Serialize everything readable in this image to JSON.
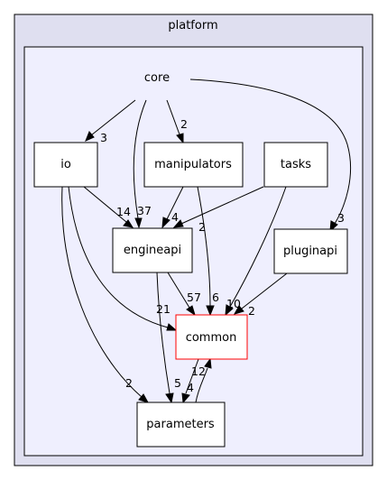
{
  "outer_cluster": {
    "label": "platform",
    "fill": "#dfdff0"
  },
  "inner_cluster": {
    "label": "core",
    "fill": "#efeffe"
  },
  "nodes": {
    "io": "io",
    "manipulators": "manipulators",
    "tasks": "tasks",
    "engineapi": "engineapi",
    "pluginapi": "pluginapi",
    "common": "common",
    "parameters": "parameters"
  },
  "highlight_color": "#ff0000",
  "edges": [
    {
      "from": "core",
      "to": "io",
      "label": "3"
    },
    {
      "from": "core",
      "to": "engineapi",
      "label": "37"
    },
    {
      "from": "core",
      "to": "manipulators",
      "label": "2"
    },
    {
      "from": "core",
      "to": "pluginapi",
      "label": "3"
    },
    {
      "from": "io",
      "to": "engineapi",
      "label": "14"
    },
    {
      "from": "io",
      "to": "common",
      "label": "21"
    },
    {
      "from": "io",
      "to": "parameters",
      "label": "2"
    },
    {
      "from": "manipulators",
      "to": "engineapi",
      "label": "4"
    },
    {
      "from": "manipulators",
      "to": "common",
      "label": "6"
    },
    {
      "from": "tasks",
      "to": "engineapi",
      "label": "2"
    },
    {
      "from": "tasks",
      "to": "common",
      "label": "10"
    },
    {
      "from": "engineapi",
      "to": "common",
      "label": "57"
    },
    {
      "from": "engineapi",
      "to": "parameters",
      "label": "5"
    },
    {
      "from": "pluginapi",
      "to": "common",
      "label": "2"
    },
    {
      "from": "common",
      "to": "parameters",
      "label": "4"
    },
    {
      "from": "parameters",
      "to": "common",
      "label": "12"
    }
  ]
}
